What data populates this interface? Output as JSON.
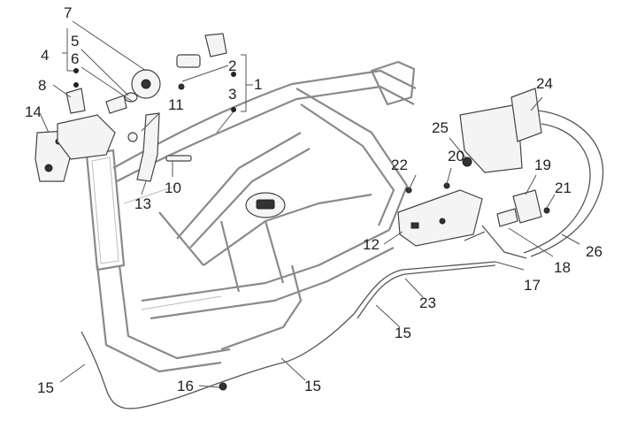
{
  "callouts": [
    {
      "id": "c1",
      "text": "1"
    },
    {
      "id": "c2",
      "text": "2"
    },
    {
      "id": "c3",
      "text": "3"
    },
    {
      "id": "c4",
      "text": "4"
    },
    {
      "id": "c5",
      "text": "5"
    },
    {
      "id": "c6",
      "text": "6"
    },
    {
      "id": "c7",
      "text": "7"
    },
    {
      "id": "c8",
      "text": "8"
    },
    {
      "id": "c10",
      "text": "10"
    },
    {
      "id": "c11",
      "text": "11"
    },
    {
      "id": "c12",
      "text": "12"
    },
    {
      "id": "c13",
      "text": "13"
    },
    {
      "id": "c14",
      "text": "14"
    },
    {
      "id": "c15a",
      "text": "15"
    },
    {
      "id": "c15b",
      "text": "15"
    },
    {
      "id": "c15c",
      "text": "15"
    },
    {
      "id": "c16",
      "text": "16"
    },
    {
      "id": "c17",
      "text": "17"
    },
    {
      "id": "c18",
      "text": "18"
    },
    {
      "id": "c19",
      "text": "19"
    },
    {
      "id": "c20",
      "text": "20"
    },
    {
      "id": "c21",
      "text": "21"
    },
    {
      "id": "c22",
      "text": "22"
    },
    {
      "id": "c23",
      "text": "23"
    },
    {
      "id": "c24",
      "text": "24"
    },
    {
      "id": "c25",
      "text": "25"
    },
    {
      "id": "c26",
      "text": "26"
    }
  ],
  "colors": {
    "line": "#555555",
    "frame": "#8a8a8a",
    "background": "#ffffff"
  }
}
